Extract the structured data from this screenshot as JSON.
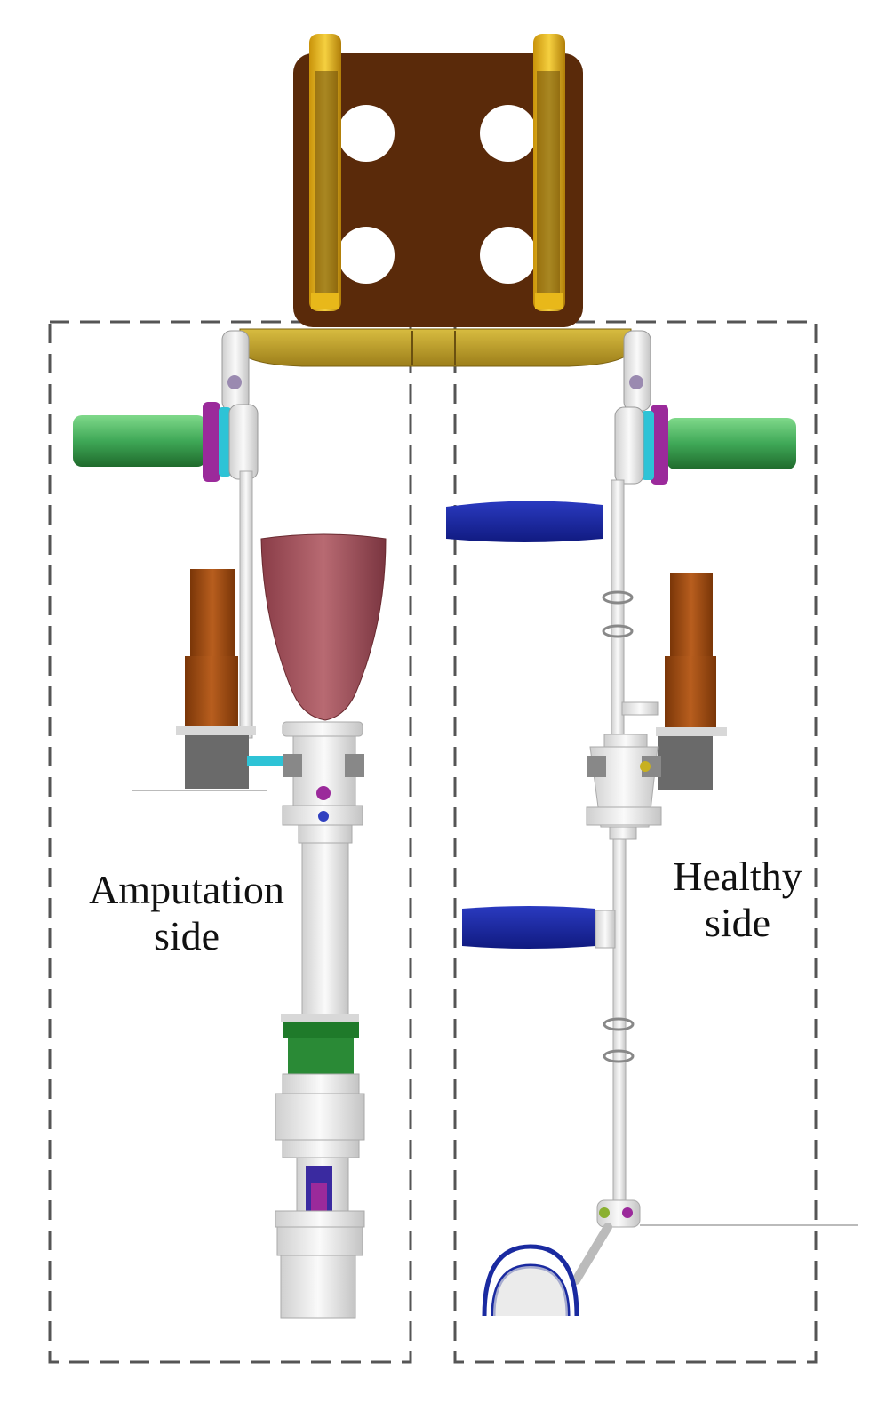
{
  "labels": {
    "amputation_line1": "Amputation",
    "amputation_line2": "side",
    "healthy_line1": "Healthy",
    "healthy_line2": "side"
  },
  "colors": {
    "frame_body": "#5a2a0a",
    "frame_strap": "#e8b81a",
    "pelvis_bar": "#c9a82e",
    "thigh_cuff_green": "#3fa857",
    "hip_joint_magenta": "#9b2a9b",
    "hip_joint_cyan": "#2ec3d6",
    "socket": "#a0505a",
    "actuator_brown": "#9a4a14",
    "motor_gray": "#6a6a6a",
    "shank_white": "#eeeeee",
    "knee_green": "#1f7a2a",
    "binding_blue": "#1a2aa0",
    "dashed_box": "#555555"
  }
}
